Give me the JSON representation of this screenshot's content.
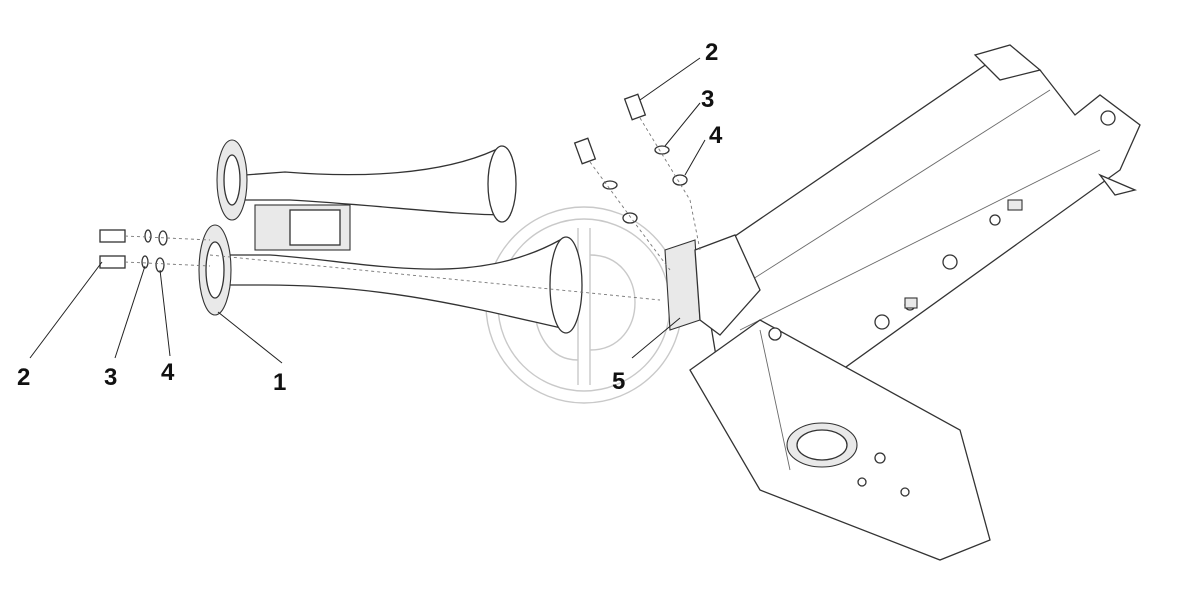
{
  "diagram": {
    "callouts": [
      {
        "id": "c-2-top",
        "text": "2"
      },
      {
        "id": "c-3-top",
        "text": "3"
      },
      {
        "id": "c-4-top",
        "text": "4"
      },
      {
        "id": "c-5",
        "text": "5"
      },
      {
        "id": "c-2-left",
        "text": "2"
      },
      {
        "id": "c-3-left",
        "text": "3"
      },
      {
        "id": "c-4-left",
        "text": "4"
      },
      {
        "id": "c-1",
        "text": "1"
      }
    ]
  }
}
